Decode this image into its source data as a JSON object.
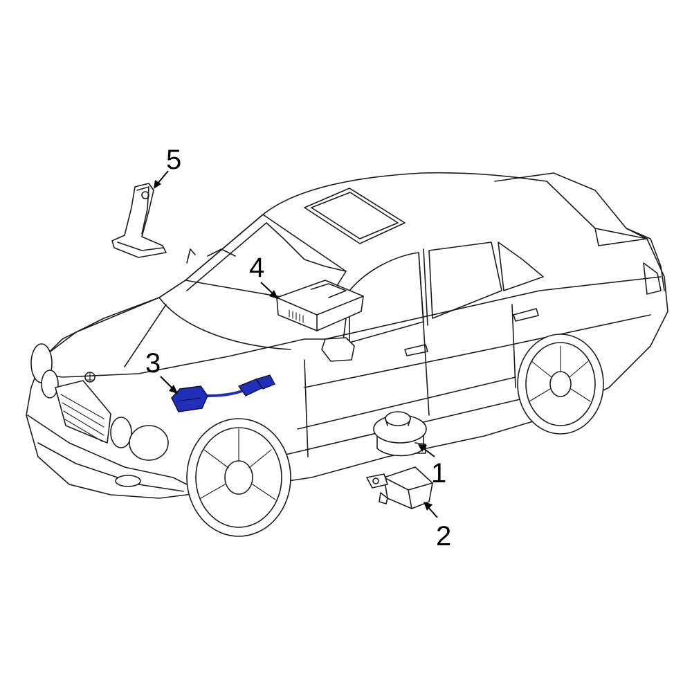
{
  "callouts": {
    "part_1": "1",
    "part_2": "2",
    "part_3": "3",
    "part_4": "4",
    "part_5": "5"
  },
  "colors": {
    "line": "#1a1a1a",
    "highlight_part": "#1f2fb8",
    "background": "#ffffff"
  },
  "highlighted_part": "3"
}
